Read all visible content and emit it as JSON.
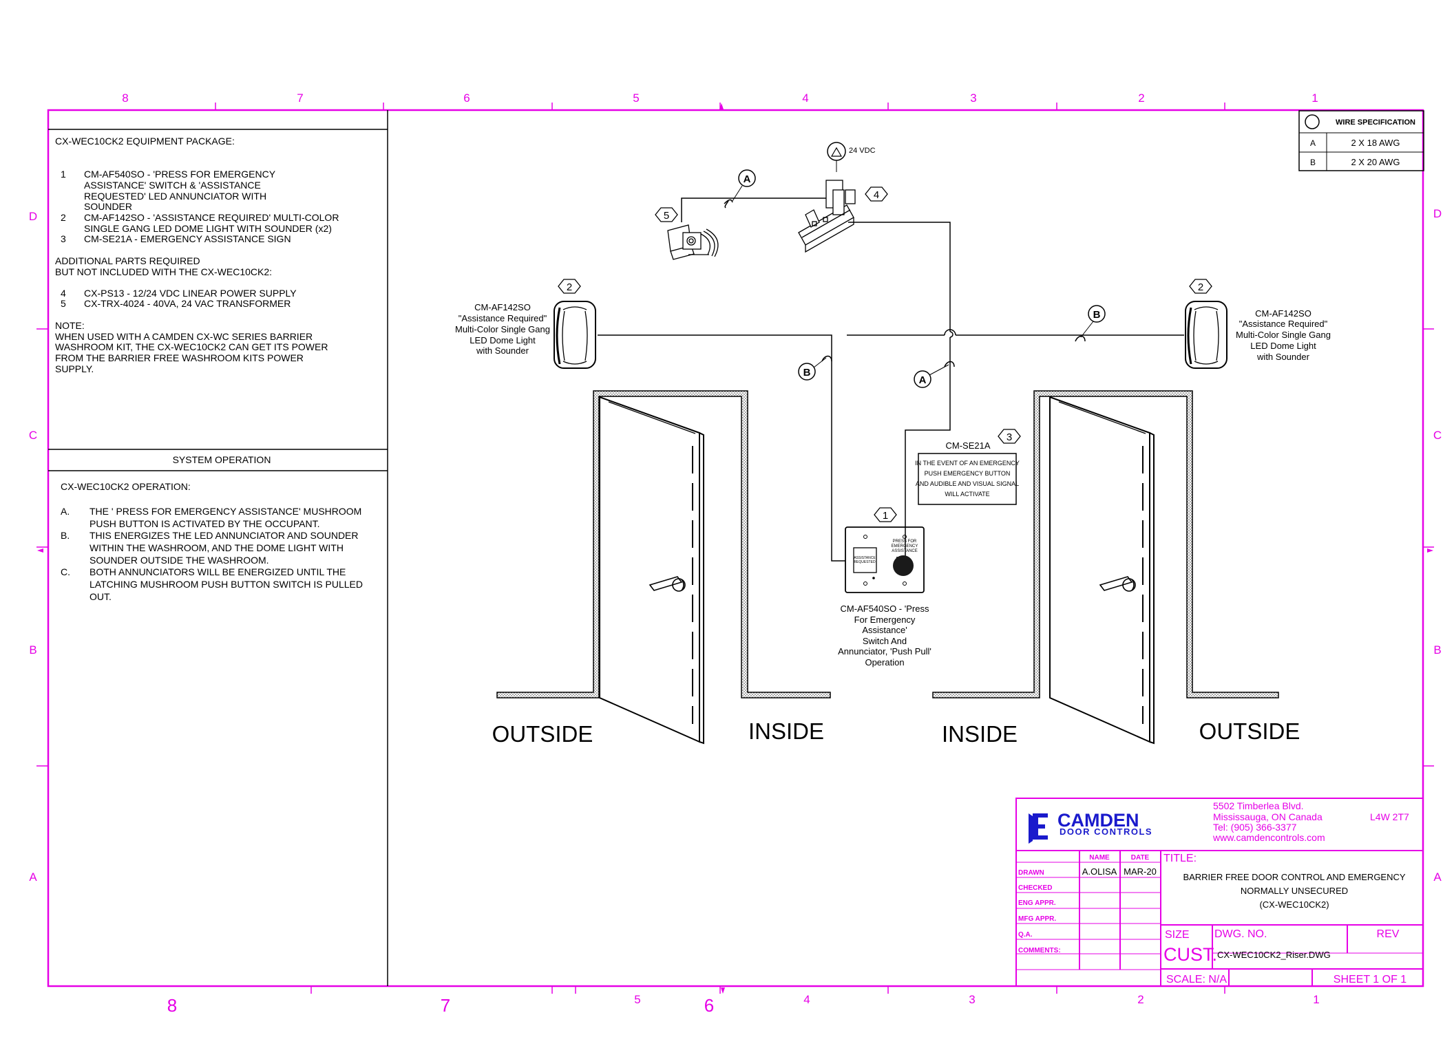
{
  "colors": {
    "frame": "#e600e6",
    "logo": "#1a1acc",
    "ink": "#000000"
  },
  "border": {
    "top_numbers": [
      "8",
      "7",
      "6",
      "5",
      "4",
      "3",
      "2",
      "1"
    ],
    "bottom_numbers": [
      "8",
      "7",
      "5",
      "6",
      "4",
      "3",
      "2",
      "1"
    ],
    "side_letters": [
      "D",
      "C",
      "B",
      "A"
    ]
  },
  "equipment": {
    "title": "CX-WEC10CK2 EQUIPMENT PACKAGE:",
    "items": [
      {
        "num": "1",
        "lines": [
          "CM-AF540SO - 'PRESS FOR EMERGENCY",
          "ASSISTANCE' SWITCH & 'ASSISTANCE",
          "REQUESTED' LED ANNUNCIATOR WITH",
          "SOUNDER"
        ]
      },
      {
        "num": "2",
        "lines": [
          "CM-AF142SO - 'ASSISTANCE REQUIRED' MULTI-COLOR",
          "SINGLE GANG LED DOME LIGHT WITH SOUNDER (x2)"
        ]
      },
      {
        "num": "3",
        "lines": [
          "CM-SE21A - EMERGENCY ASSISTANCE SIGN"
        ]
      }
    ],
    "additional_title": [
      "ADDITIONAL PARTS REQUIRED",
      "BUT NOT INCLUDED WITH THE CX-WEC10CK2:"
    ],
    "additional_items": [
      {
        "num": "4",
        "text": "CX-PS13 - 12/24 VDC LINEAR POWER SUPPLY"
      },
      {
        "num": "5",
        "text": "CX-TRX-4024 - 40VA, 24 VAC TRANSFORMER"
      }
    ],
    "note": [
      "NOTE:",
      "WHEN USED WITH A CAMDEN CX-WC SERIES BARRIER",
      "WASHROOM KIT, THE CX-WEC10CK2 CAN GET ITS POWER",
      "FROM THE BARRIER FREE WASHROOM KITS POWER",
      "SUPPLY."
    ]
  },
  "operation": {
    "header": "SYSTEM OPERATION",
    "title": "CX-WEC10CK2 OPERATION:",
    "steps": [
      {
        "letter": "A.",
        "lines": [
          "THE ' PRESS FOR EMERGENCY ASSISTANCE' MUSHROOM",
          "PUSH BUTTON IS ACTIVATED BY THE  OCCUPANT."
        ]
      },
      {
        "letter": "B.",
        "lines": [
          "THIS ENERGIZES THE LED ANNUNCIATOR AND SOUNDER",
          "WITHIN THE WASHROOM, AND THE DOME   LIGHT WITH",
          "SOUNDER OUTSIDE THE  WASHROOM."
        ]
      },
      {
        "letter": "C.",
        "lines": [
          "BOTH ANNUNCIATORS WILL BE ENERGIZED UNTIL THE",
          "LATCHING MUSHROOM PUSH BUTTON SWITCH IS   PULLED",
          "OUT."
        ]
      }
    ]
  },
  "wire_spec": {
    "title": "WIRE SPECIFICATION",
    "rows": [
      {
        "id": "A",
        "spec": "2 X 18 AWG"
      },
      {
        "id": "B",
        "spec": "2 X 20 AWG"
      }
    ]
  },
  "diagram": {
    "supply_label": "24 VDC",
    "tags": {
      "one": "1",
      "two": "2",
      "three": "3",
      "four": "4",
      "five": "5"
    },
    "wires": {
      "a": "A",
      "b": "B"
    },
    "dome_left": [
      "CM-AF142SO",
      "\"Assistance Required\"",
      "Multi-Color Single Gang",
      "LED Dome Light",
      "with Sounder"
    ],
    "dome_right": [
      "CM-AF142SO",
      "\"Assistance Required\"",
      "Multi-Color Single Gang",
      "LED Dome Light",
      "with Sounder"
    ],
    "sign_label": "CM-SE21A",
    "sign_text": [
      "IN THE EVENT OF AN EMERGENCY",
      "PUSH EMERGENCY BUTTON",
      "AND AUDIBLE AND VISUAL SIGNAL",
      "WILL ACTIVATE"
    ],
    "panel_led": [
      "ASSISTANCE",
      "REQUESTED"
    ],
    "panel_push": [
      "PRESS FOR",
      "EMERGENCY",
      "ASSISTANCE"
    ],
    "panel_label": [
      "CM-AF540SO - 'Press",
      "For Emergency",
      "Assistance'",
      "Switch And",
      "Annunciator, 'Push Pull'",
      "Operation"
    ],
    "labels": {
      "outside_left": "OUTSIDE",
      "inside_left": "INSIDE",
      "inside_right": "INSIDE",
      "outside_right": "OUTSIDE"
    }
  },
  "title_block": {
    "logo": [
      "CAMDEN",
      "DOOR CONTROLS"
    ],
    "address": [
      "5502 Timberlea Blvd.",
      "Mississauga, ON  Canada",
      "Tel: (905) 366-3377",
      "www.camdencontrols.com"
    ],
    "postal": "L4W 2T7",
    "col_name": "NAME",
    "col_date": "DATE",
    "rows": [
      "DRAWN",
      "CHECKED",
      "ENG APPR.",
      "MFG APPR.",
      "Q.A.",
      "COMMENTS:"
    ],
    "drawn_name": "A.OLISA",
    "drawn_date": "MAR-20",
    "title_label": "TITLE:",
    "title_lines": [
      "BARRIER FREE DOOR CONTROL AND EMERGENCY",
      "NORMALLY UNSECURED",
      "(CX-WEC10CK2)"
    ],
    "size_label": "SIZE",
    "size_value": "CUST.",
    "dwg_label": "DWG.  NO.",
    "dwg_value": "CX-WEC10CK2_Riser.DWG",
    "rev_label": "REV",
    "scale": "SCALE: N/A",
    "sheet": "SHEET  1  OF  1"
  }
}
